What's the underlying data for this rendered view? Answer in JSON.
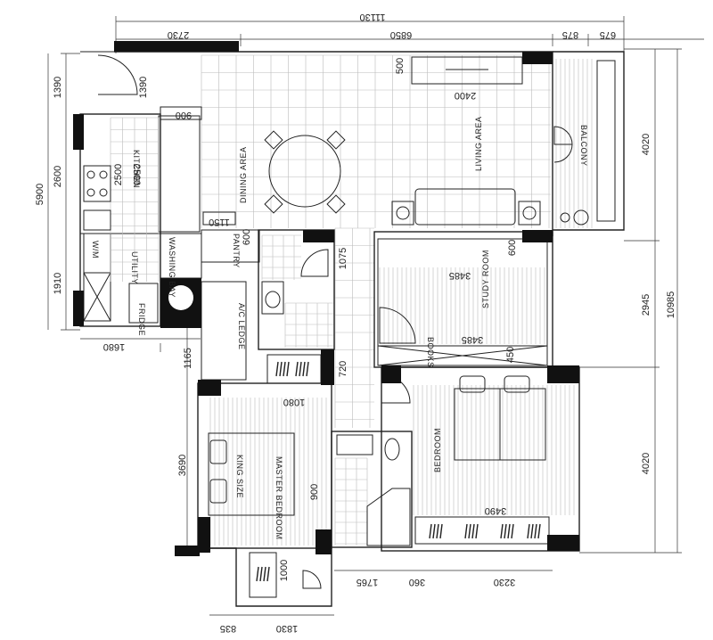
{
  "rooms": {
    "kitchen": "KITCHEN",
    "utility": "UTILITY",
    "washing_bay": "WASHING BAY",
    "fridge": "FRIDGE",
    "wm": "W/M",
    "dining": "DINING AREA",
    "living": "LIVING AREA",
    "balcony": "BALCONY",
    "pantry": "PANTRY",
    "ac_ledge": "A/C LEDGE",
    "study": "STUDY ROOM",
    "books": "BOOKS",
    "bedroom": "BEDROOM",
    "master_bedroom": "MASTER BEDROOM",
    "king_size": "KING SIZE"
  },
  "dims": {
    "top_total": "11130",
    "top_2730": "2730",
    "top_6850": "6850",
    "top_875": "875",
    "top_675": "675",
    "left_5900": "5900",
    "left_1390a": "1390",
    "left_2600": "2600",
    "left_1910": "1910",
    "left_1390b": "1390",
    "kitchen_2500a": "2500",
    "kitchen_2500b": "2500",
    "k_900": "900",
    "bottom_1680": "1680",
    "left_1165": "1165",
    "left_3690": "3690",
    "bottom_835": "835",
    "bottom_1830": "1830",
    "bottom_1765": "1765",
    "bottom_360": "360",
    "bottom_3230": "3230",
    "right_4020a": "4020",
    "right_2945": "2945",
    "right_10985": "10985",
    "right_4020b": "4020",
    "living_500": "500",
    "living_2400": "2400",
    "pantry_1150": "1150",
    "pantry_600": "600",
    "bath_1075": "1075",
    "bath_720": "720",
    "study_600": "600",
    "study_3485a": "3485",
    "study_3485b": "3485",
    "study_450": "450",
    "master_1080": "1080",
    "master_900": "900",
    "master_1000": "1000",
    "bedroom_3490": "3490"
  }
}
